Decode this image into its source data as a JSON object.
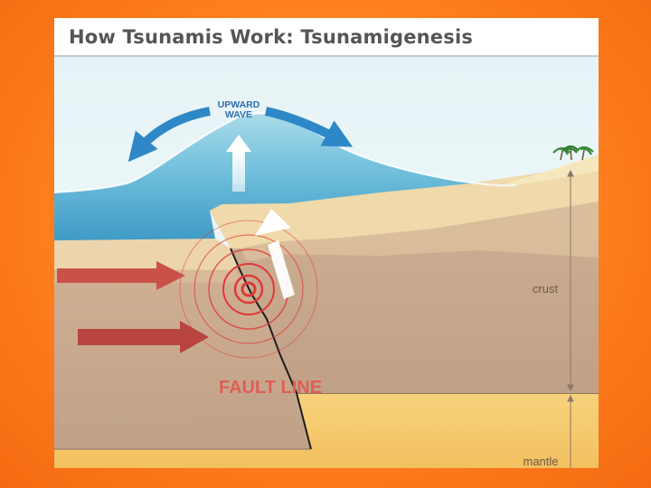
{
  "title": "How Tsunamis Work: Tsunamigenesis",
  "labels": {
    "upward_wave_line1": "UPWARD",
    "upward_wave_line2": "WAVE",
    "fault_line": "FAULT LINE",
    "crust": "crust",
    "mantle": "mantle",
    "copyright": "© 2004 HowStuffWorks.com Inc."
  },
  "colors": {
    "background": "#ff8020",
    "sky": "#e8f4f6",
    "water": "#7cc3dc",
    "sand": "#f2dca6",
    "crust": "#c8a88c",
    "mantle": "#f5c86c",
    "blue_arrow": "#2e88c7",
    "red_arrow": "#c8524a",
    "rings": "#e03838"
  },
  "icons": [
    "palm-trees-icon",
    "up-arrow-icon",
    "push-arrow-icon",
    "curved-arrow-icon"
  ]
}
